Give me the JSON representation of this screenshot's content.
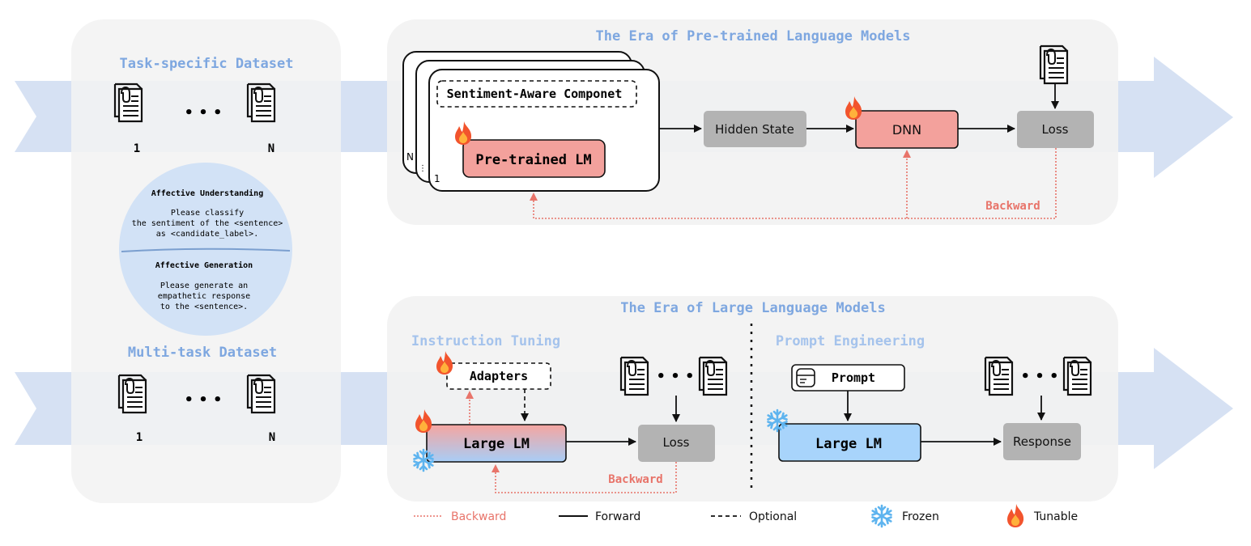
{
  "left_panel": {
    "task_specific_title": "Task-specific Dataset",
    "multi_task_title": "Multi-task Dataset",
    "ellipsis": "• • •",
    "index_first": "1",
    "index_last": "N",
    "circle": {
      "understanding_title": "Affective Understanding",
      "understanding_lines": [
        "Please classify",
        "the sentiment of the <sentence>",
        "as <candidate_label>."
      ],
      "generation_title": "Affective Generation",
      "generation_lines": [
        "Please generate an",
        "empathetic response",
        "to the <sentence>."
      ]
    }
  },
  "plm_panel": {
    "title": "The Era of Pre-trained Language Models",
    "component_label": "Sentiment-Aware Componet",
    "stack_index_n": "N",
    "stack_index_1": "1",
    "pretrained_lm": "Pre-trained LM",
    "hidden_state": "Hidden State",
    "dnn": "DNN",
    "loss": "Loss",
    "backward": "Backward"
  },
  "llm_panel": {
    "title": "The Era of Large Language Models",
    "instruction_tuning": {
      "title": "Instruction Tuning",
      "adapters": "Adapters",
      "large_lm": "Large LM",
      "loss": "Loss",
      "backward": "Backward"
    },
    "prompt_engineering": {
      "title": "Prompt Engineering",
      "prompt": "Prompt",
      "large_lm": "Large LM",
      "response": "Response"
    },
    "ellipsis": "• • •"
  },
  "legend": {
    "backward": "Backward",
    "forward": "Forward",
    "optional": "Optional",
    "frozen": "Frozen",
    "tunable": "Tunable"
  },
  "colors": {
    "panel_bg": "#f2f2f2",
    "flow_arrow": "#cfdcf1",
    "title_blue": "#7ea7e0",
    "dnn_fill": "#f3a19c",
    "gray_box": "#b3b3b3",
    "backward_red": "#e8746a",
    "llm_blue": "#a8d4fb",
    "circle_blue": "#d2e2f6"
  }
}
